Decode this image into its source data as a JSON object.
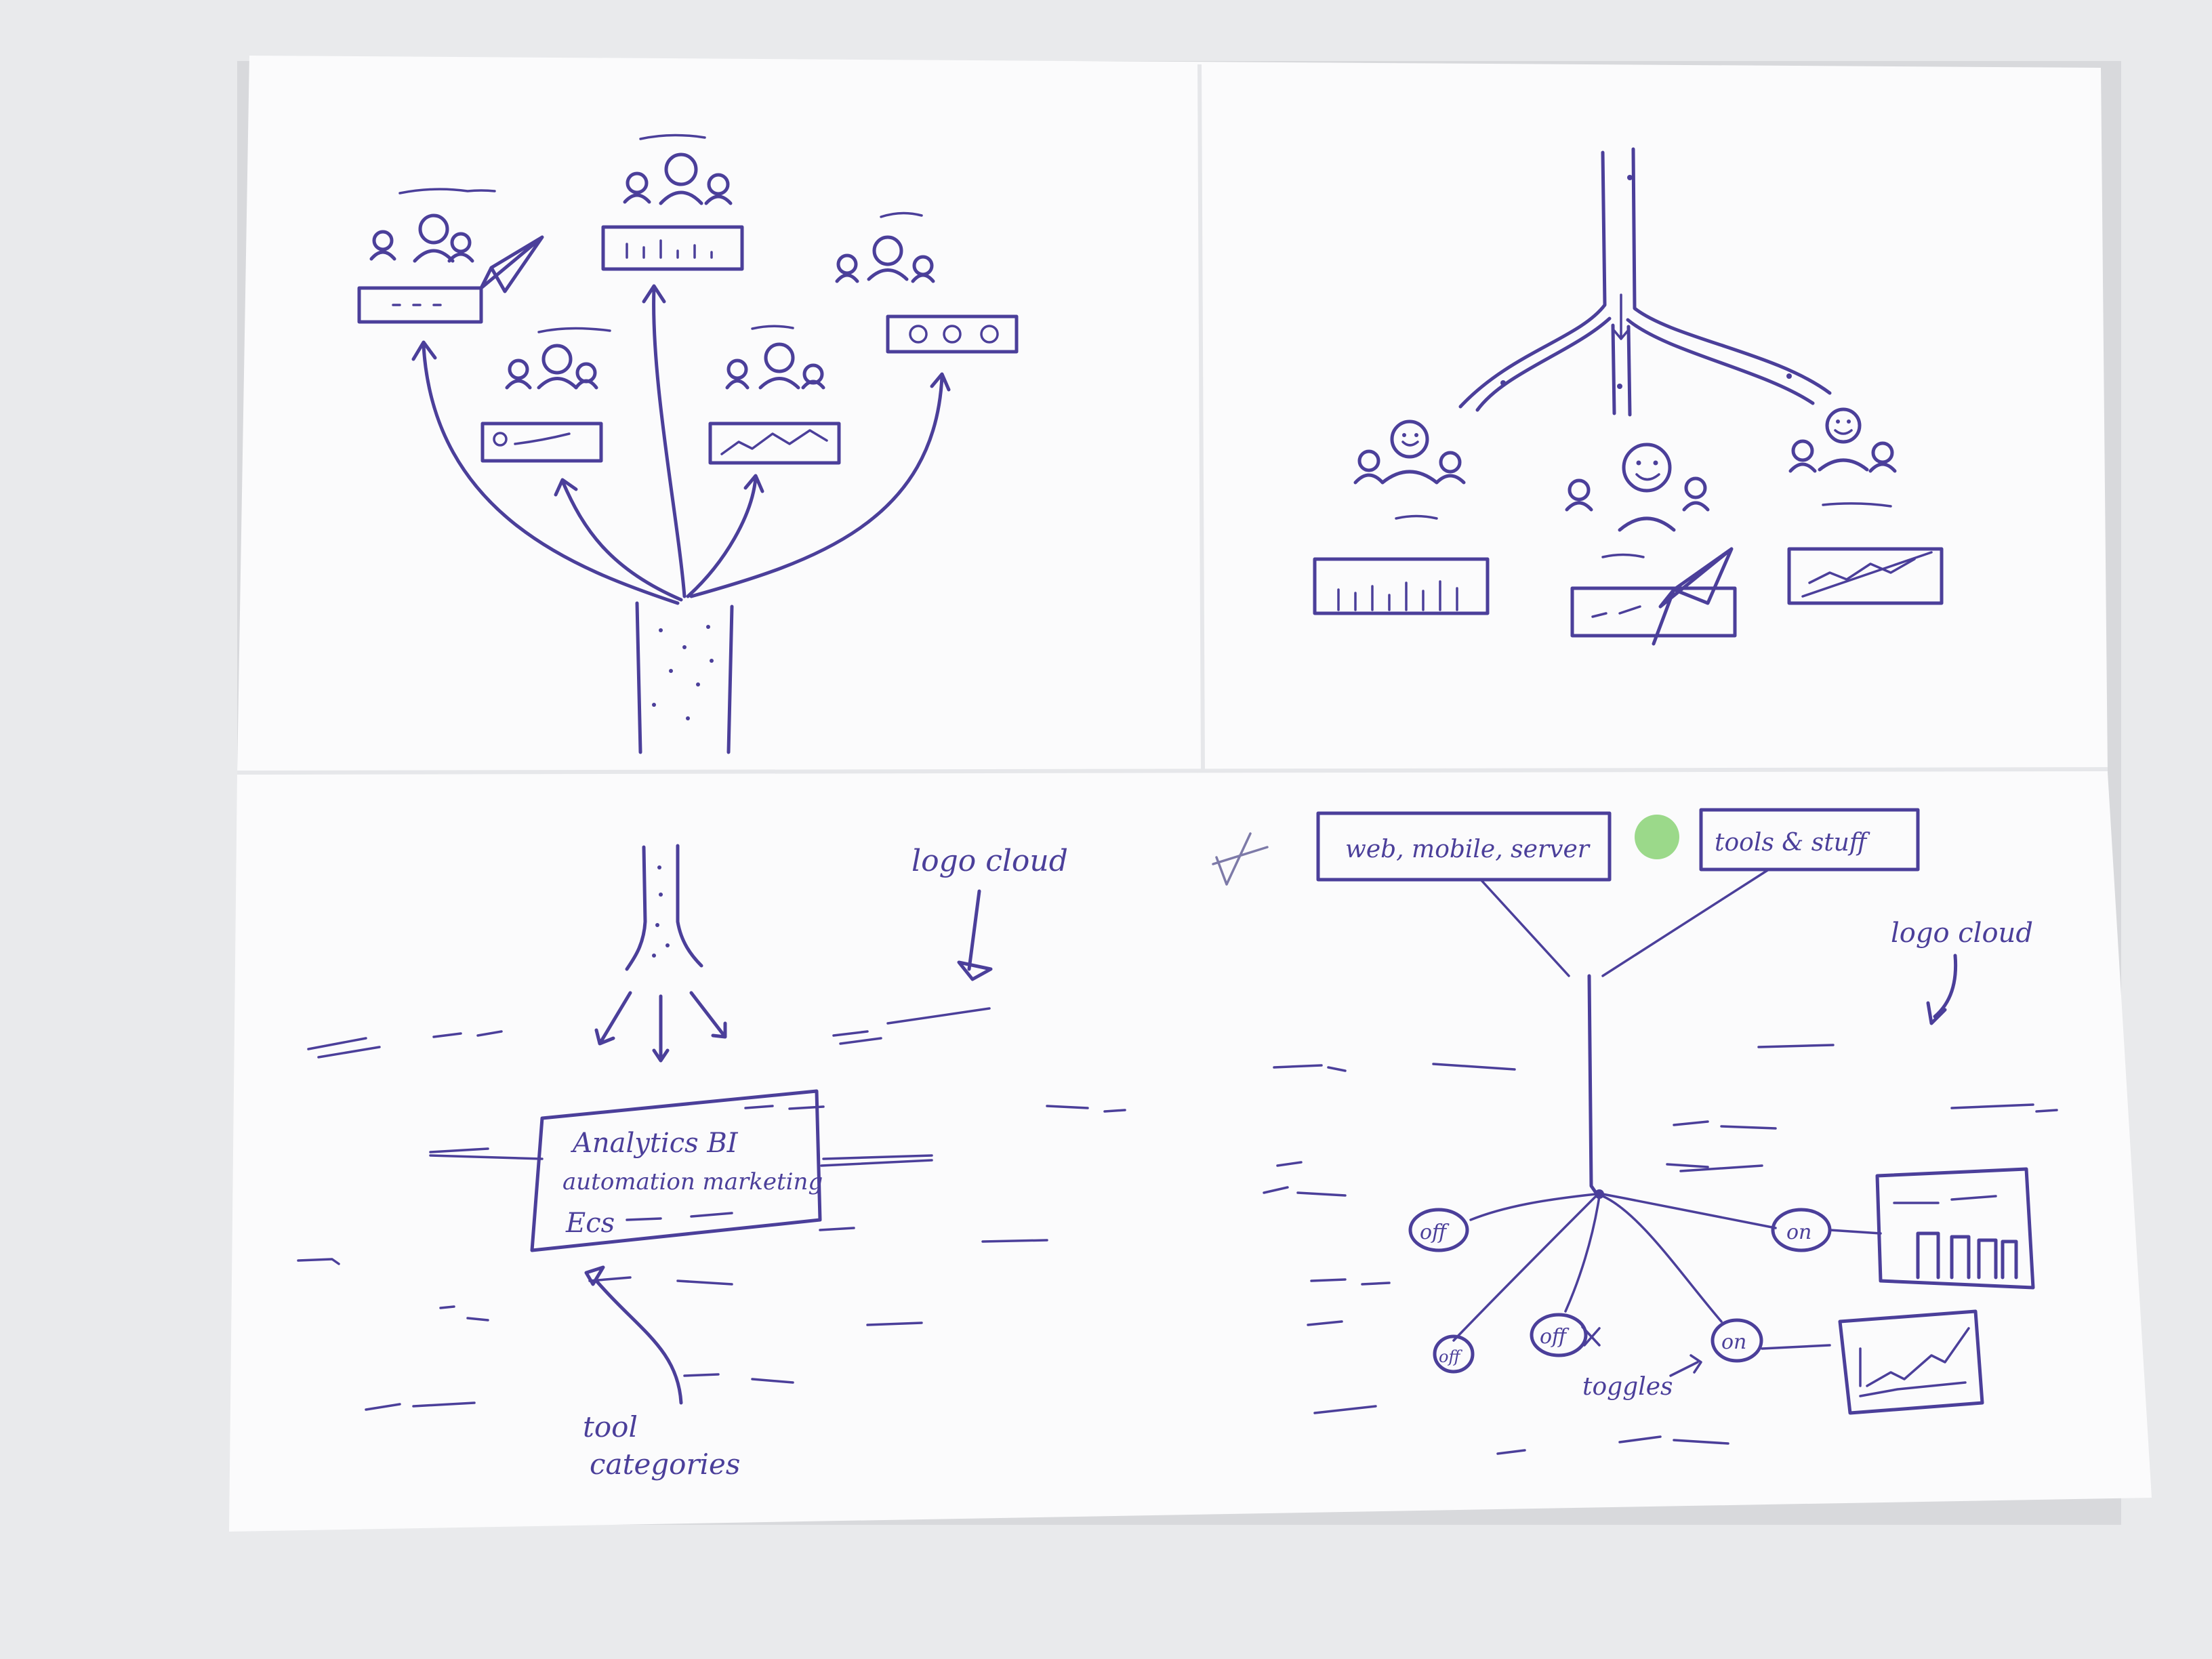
{
  "notes": {
    "logo_cloud_left": "logo cloud",
    "logo_cloud_right": "logo cloud",
    "tool_categories": [
      "tool",
      "categories"
    ],
    "toggles": "toggles"
  },
  "category_box": {
    "row1": "Analytics   BI",
    "row2": "automation  marketing",
    "row3": "Ecs"
  },
  "platform_boxes": {
    "left": "web, mobile, server",
    "right": "tools & stuff"
  },
  "toggle_labels": {
    "t1": "off",
    "t2": "off",
    "t3": "off",
    "t4": "on",
    "t5": "on"
  },
  "colors": {
    "ink": "#4b3f9a",
    "paper": "#fbfbfc",
    "green_dot": "#9bd98a",
    "background": "#e9eaec"
  }
}
